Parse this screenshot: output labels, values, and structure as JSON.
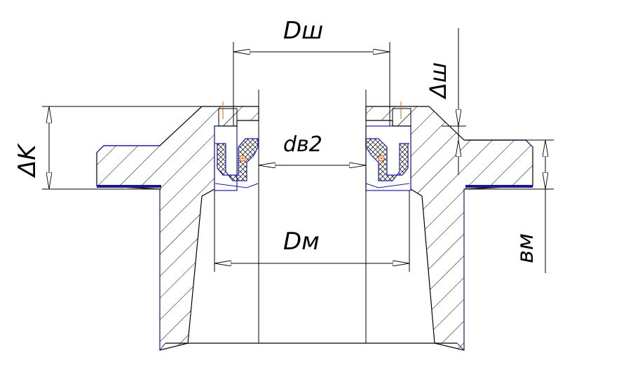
{
  "labels": {
    "dsh": "Dш",
    "delta_sh": "Δш",
    "delta_k": "ΔK",
    "dv2": "dв2",
    "dm": "Dм",
    "vm": "вм"
  },
  "colors": {
    "outline": "#000000",
    "blue_outline": "#1a1aa8",
    "base_strip": "#1a1a8a",
    "seal_fill": "#d8dbe8",
    "orange": "#e06000"
  }
}
